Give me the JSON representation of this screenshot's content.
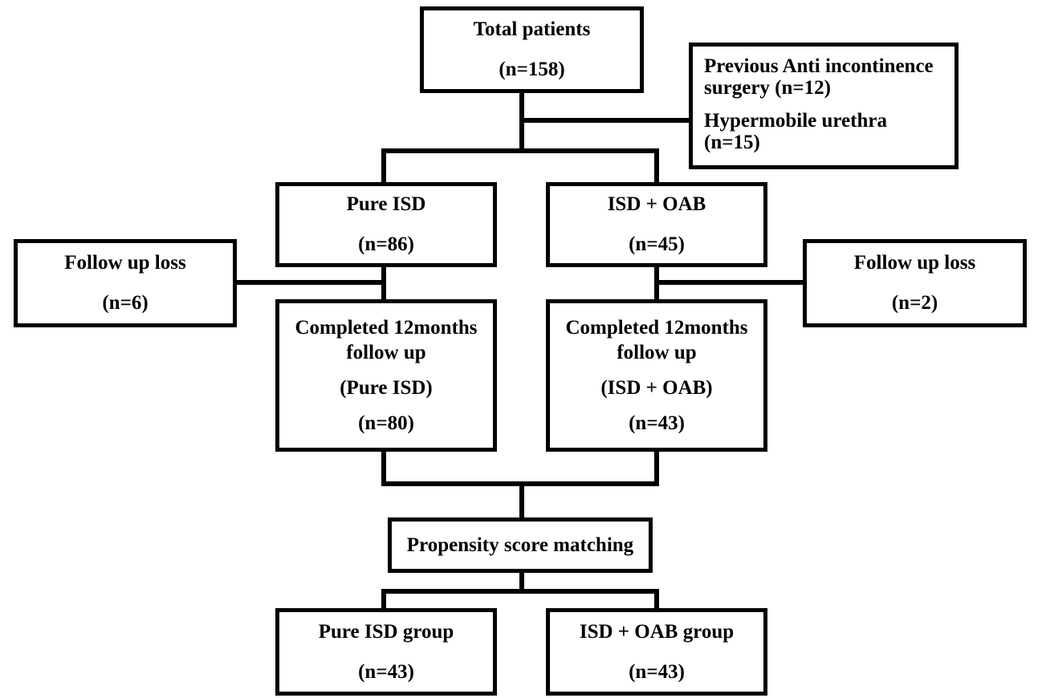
{
  "colors": {
    "line": "#000000",
    "border": "#000000",
    "text": "#000000",
    "background": "#ffffff"
  },
  "nodes": {
    "total_patients": {
      "lines": [
        "Total patients",
        "(n=158)"
      ]
    },
    "exclusions": {
      "lines": [
        "Previous Anti incontinence",
        "surgery (n=12)",
        "Hypermobile urethra",
        "(n=15)"
      ]
    },
    "pure_isd": {
      "lines": [
        "Pure ISD",
        "(n=86)"
      ]
    },
    "isd_oab": {
      "lines": [
        "ISD + OAB",
        "(n=45)"
      ]
    },
    "follow_up_loss_left": {
      "lines": [
        "Follow up loss",
        "(n=6)"
      ]
    },
    "follow_up_loss_right": {
      "lines": [
        "Follow up loss",
        "(n=2)"
      ]
    },
    "completed_pure_isd": {
      "lines": [
        "Completed 12months",
        "follow up",
        "(Pure ISD)",
        "(n=80)"
      ]
    },
    "completed_isd_oab": {
      "lines": [
        "Completed 12months",
        "follow up",
        "(ISD + OAB)",
        "(n=43)"
      ]
    },
    "propensity": {
      "lines": [
        "Propensity score matching"
      ]
    },
    "pure_isd_group": {
      "lines": [
        "Pure ISD group",
        "(n=43)"
      ]
    },
    "isd_oab_group": {
      "lines": [
        "ISD + OAB group",
        "(n=43)"
      ]
    }
  }
}
